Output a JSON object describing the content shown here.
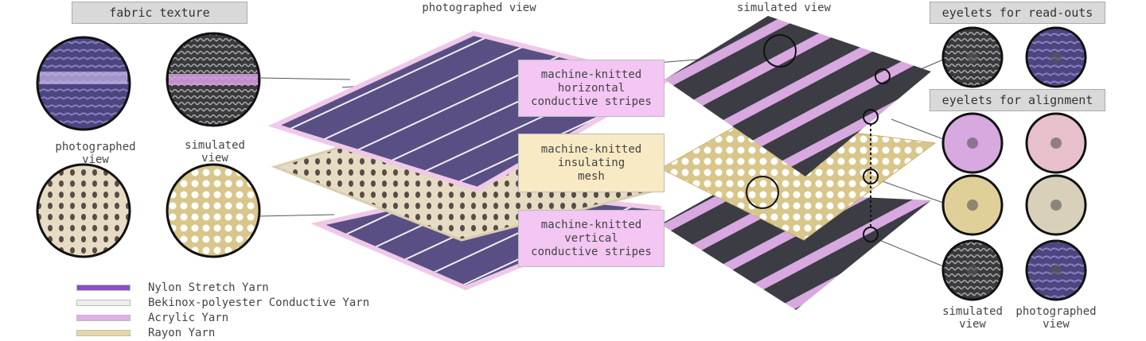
{
  "headers": {
    "fabric_texture": "fabric texture",
    "photographed_view": "photographed view",
    "simulated_view": "simulated view",
    "eyelets_readouts": "eyelets for read-outs",
    "eyelets_alignment": "eyelets for alignment"
  },
  "captions": {
    "left_photographed": [
      "photographed",
      "view"
    ],
    "left_simulated": [
      "simulated",
      "view"
    ],
    "right_simulated": [
      "simulated",
      "view"
    ],
    "right_photographed": [
      "photographed",
      "view"
    ]
  },
  "layers": [
    {
      "lines": [
        "machine-knitted",
        "horizontal",
        "conductive stripes"
      ],
      "color": "#f3c6f3"
    },
    {
      "lines": [
        "machine-knitted",
        "insulating",
        "mesh"
      ],
      "color": "#f8eac4"
    },
    {
      "lines": [
        "machine-knitted",
        "vertical",
        "conductive stripes"
      ],
      "color": "#f3c6f3"
    }
  ],
  "legend": [
    {
      "label": "Nylon Stretch Yarn",
      "color": "#8a4fc4"
    },
    {
      "label": "Bekinox-polyester Conductive Yarn",
      "color": "#eeeeee"
    },
    {
      "label": "Acrylic Yarn",
      "color": "#deb0e6"
    },
    {
      "label": "Rayon Yarn",
      "color": "#e8d7a6"
    }
  ]
}
